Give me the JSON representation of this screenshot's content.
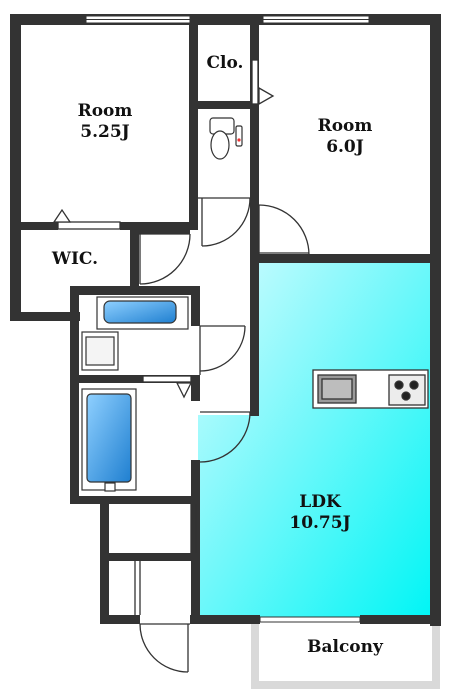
{
  "rooms": {
    "room_west": {
      "name": "Room",
      "size": "5.25J"
    },
    "room_east": {
      "name": "Room",
      "size": "6.0J"
    },
    "closet": {
      "name": "Clo."
    },
    "walk_in_closet": {
      "name": "WIC."
    },
    "ldk": {
      "name": "LDK",
      "size": "10.75J"
    },
    "balcony": {
      "name": "Balcony"
    }
  },
  "colors": {
    "wall": "#333333",
    "ldk_gradient_start": "#d6fbff",
    "ldk_gradient_end": "#00f5f5",
    "fixture_blue": "#3a9ee0",
    "balcony_outline": "#d9d9d9"
  },
  "icons": [
    "toilet-icon",
    "sink-icon",
    "bathtub-icon",
    "kitchen-sink-icon",
    "stove-icon",
    "door-swing-icon",
    "window-icon"
  ]
}
